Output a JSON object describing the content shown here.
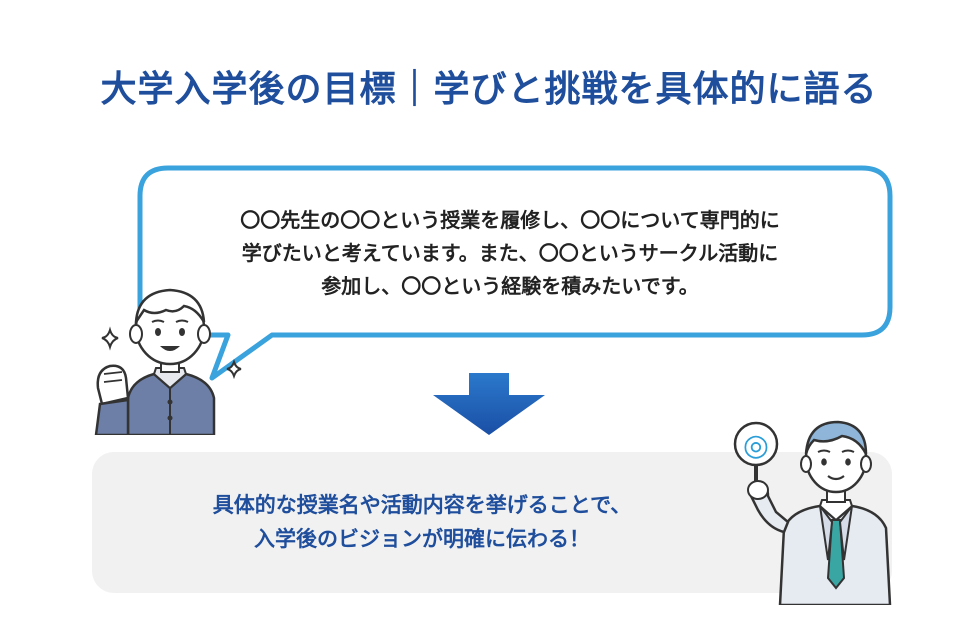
{
  "title": "大学入学後の目標｜学びと挑戦を具体的に語る",
  "speech_bubble": {
    "lines": [
      "〇〇先生の〇〇という授業を履修し、〇〇について専門的に",
      "学びたいと考えています。また、〇〇というサークル活動に",
      "参加し、〇〇という経験を積みたいです。"
    ]
  },
  "conclusion": {
    "lines": [
      "具体的な授業名や活動内容を挙げることで、",
      "入学後のビジョンが明確に伝わる！"
    ]
  },
  "teacher_sign_symbol": "◎",
  "colors": {
    "title": "#1f4e9c",
    "bubble_border": "#3aa2dc",
    "arrow": "#1f63b8",
    "panel_bg": "#f1f1f1",
    "conclusion_text": "#1f4e9c"
  },
  "icons": [
    "down-arrow-icon",
    "sparkle-icon",
    "student-illustration",
    "teacher-illustration"
  ]
}
